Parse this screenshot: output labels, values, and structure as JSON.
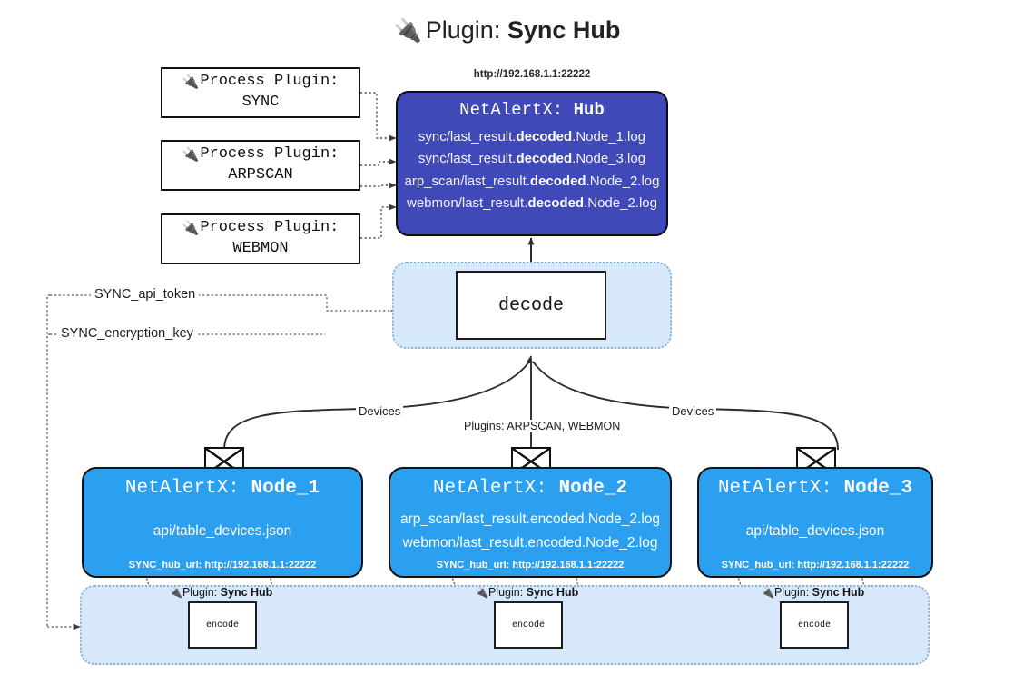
{
  "title": {
    "icon": "plug-icon",
    "prefix": "Plugin: ",
    "name": "Sync Hub"
  },
  "process_plugins": [
    {
      "icon": "plug-icon",
      "label": "Process Plugin:",
      "name": "SYNC"
    },
    {
      "icon": "plug-icon",
      "label": "Process Plugin:",
      "name": "ARPSCAN"
    },
    {
      "icon": "plug-icon",
      "label": "Process Plugin:",
      "name": "WEBMON"
    }
  ],
  "hub": {
    "url": "http://192.168.1.1:22222",
    "title_prefix": "NetAlertX: ",
    "title_name": "Hub",
    "lines": [
      {
        "pre": "sync/last_result.",
        "mid": "decoded",
        "post": ".Node_1.log"
      },
      {
        "pre": "sync/last_result.",
        "mid": "decoded",
        "post": ".Node_3.log"
      },
      {
        "pre": "arp_scan/last_result.",
        "mid": "decoded",
        "post": ".Node_2.log"
      },
      {
        "pre": "webmon/last_result.",
        "mid": "decoded",
        "post": ".Node_2.log"
      }
    ]
  },
  "decode": {
    "label": "decode"
  },
  "tokens": [
    {
      "label": "SYNC_api_token"
    },
    {
      "label": "SYNC_encryption_key"
    }
  ],
  "edge_labels": {
    "devices_left": "Devices",
    "devices_right": "Devices",
    "plugins_center": "Plugins: ARPSCAN, WEBMON"
  },
  "nodes": [
    {
      "title_prefix": "NetAlertX: ",
      "title_name": "Node_1",
      "lines": [
        "api/table_devices.json"
      ],
      "footer": "SYNC_hub_url: http://192.168.1.1:22222"
    },
    {
      "title_prefix": "NetAlertX: ",
      "title_name": "Node_2",
      "lines": [
        "arp_scan/last_result.encoded.Node_2.log",
        "webmon/last_result.encoded.Node_2.log"
      ],
      "footer": "SYNC_hub_url: http://192.168.1.1:22222"
    },
    {
      "title_prefix": "NetAlertX: ",
      "title_name": "Node_3",
      "lines": [
        "api/table_devices.json"
      ],
      "footer": "SYNC_hub_url: http://192.168.1.1:22222"
    }
  ],
  "encoders": [
    {
      "tag_icon": "plug-icon",
      "tag_prefix": "Plugin: ",
      "tag_name": "Sync Hub",
      "label": "encode"
    },
    {
      "tag_icon": "plug-icon",
      "tag_prefix": "Plugin: ",
      "tag_name": "Sync Hub",
      "label": "encode"
    },
    {
      "tag_icon": "plug-icon",
      "tag_prefix": "Plugin: ",
      "tag_name": "Sync Hub",
      "label": "encode"
    }
  ],
  "colors": {
    "hub_fill": "#4049b8",
    "node_fill": "#2b9ff0",
    "pool_fill": "#d6e8fa",
    "pool_border": "#8ab3cf",
    "edge_stroke": "#2b2b2b"
  }
}
